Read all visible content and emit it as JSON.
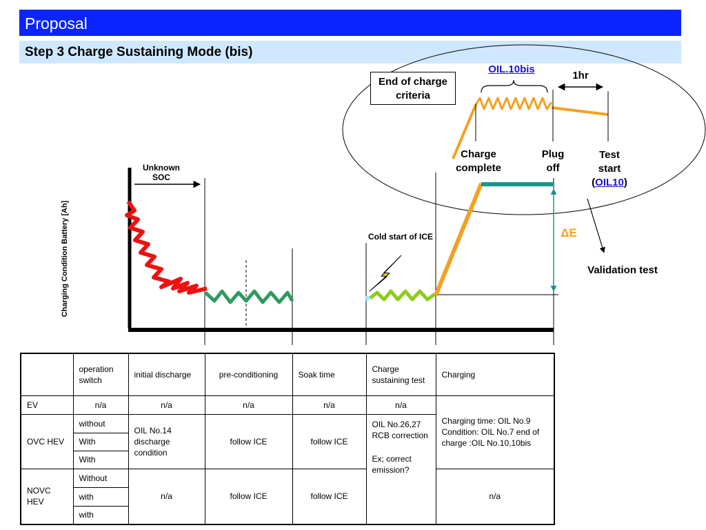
{
  "header": {
    "title": "Proposal",
    "subtitle": "Step 3 Charge Sustaining Mode (bis)"
  },
  "diagram": {
    "end_of_charge_criteria": "End of charge criteria",
    "oil10bis_link": "OIL.10bis",
    "one_hr": "1hr",
    "charge_complete": "Charge complete",
    "plug_off": "Plug off",
    "test_start_label": "Test start",
    "test_start_paren_open": "(",
    "oil10_link": "OIL10",
    "test_start_paren_close": ")",
    "unknown_soc": "Unknown SOC",
    "y_axis_label": "Charging Condition Battery [Ah]",
    "cold_start": "Cold start of ICE",
    "delta_e": "ΔE",
    "validation_test": "Validation test"
  },
  "colors": {
    "title_bar": "#0a24ff",
    "subtitle_bar": "#cfe8ff",
    "discharge_red": "#ee1111",
    "precondition_green": "#2e9a5e",
    "sustain_green": "#8ccc1a",
    "charging_orange": "#f5a020",
    "charged_teal": "#16978c",
    "link_blue": "#1a12d6"
  },
  "table": {
    "header": {
      "blank": "",
      "operation_switch": "operation switch",
      "initial_discharge": "initial discharge",
      "pre_conditioning": "pre-conditioning",
      "soak_time": "Soak time",
      "charge_sustaining_test": "Charge sustaining test",
      "charging": "Charging"
    },
    "ev": {
      "label": "EV",
      "operation_switch": "n/a",
      "initial_discharge": "n/a",
      "pre_conditioning": "n/a",
      "soak_time": "n/a",
      "charge_sustaining_test": "n/a"
    },
    "ovc_hev": {
      "label": "OVC HEV",
      "switch_1": "without",
      "switch_2": "With",
      "switch_3": "With",
      "initial_discharge": "OIL No.14 discharge condition",
      "pre_conditioning": "follow ICE",
      "soak_time": "follow ICE",
      "charging": "Charging time: OIL No.9 Condition: OIL No.7 end of charge :OIL No.10,10bis"
    },
    "charge_sustaining_shared": {
      "line1": "OIL No.26,27",
      "line2": "RCB correction",
      "line3": "Ex; correct emission?"
    },
    "novc_hev": {
      "label": "NOVC HEV",
      "switch_1": "Without",
      "switch_2": "with",
      "switch_3": "with",
      "initial_discharge": "n/a",
      "pre_conditioning": "follow ICE",
      "soak_time": "follow ICE",
      "charging": "n/a"
    }
  }
}
